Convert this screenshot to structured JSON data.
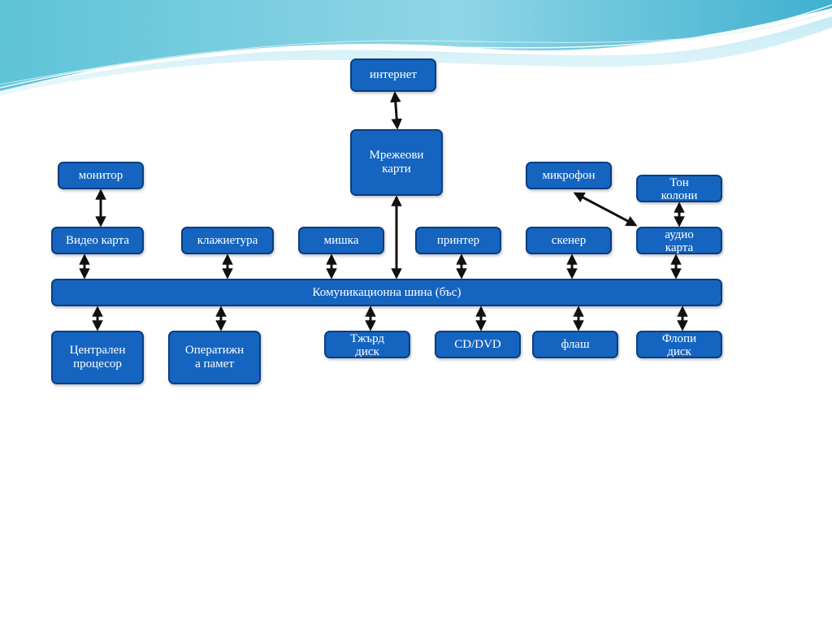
{
  "colors": {
    "box_fill": "#1565c0",
    "box_border": "#0b3d82",
    "connector": "#111111",
    "text": "#ffffff"
  },
  "nodes": {
    "internet": "интернет",
    "network_cards": "Мрежеови\nкарти",
    "monitor": "монитор",
    "microphone": "микрофон",
    "speakers": "Тон\nколони",
    "video_card": "Видео карта",
    "keyboard": "клажиетура",
    "mouse": "мишка",
    "printer": "принтер",
    "scanner": "скенер",
    "audio_card": "аудио\nкарта",
    "bus": "Комуникационна шина (бъс)",
    "cpu": "Централен\nпроцесор",
    "ram": "Оператижн\nа памет",
    "hdd": "Тжърд\nдиск",
    "cd_dvd": "CD/DVD",
    "flash": "флаш",
    "floppy": "Флопи\nдиск"
  },
  "connections": [
    [
      "internet",
      "network_cards"
    ],
    [
      "network_cards",
      "bus"
    ],
    [
      "monitor",
      "video_card"
    ],
    [
      "video_card",
      "bus"
    ],
    [
      "keyboard",
      "bus"
    ],
    [
      "mouse",
      "bus"
    ],
    [
      "printer",
      "bus"
    ],
    [
      "scanner",
      "bus"
    ],
    [
      "microphone",
      "audio_card"
    ],
    [
      "speakers",
      "audio_card"
    ],
    [
      "audio_card",
      "bus"
    ],
    [
      "bus",
      "cpu"
    ],
    [
      "bus",
      "ram"
    ],
    [
      "bus",
      "hdd"
    ],
    [
      "bus",
      "cd_dvd"
    ],
    [
      "bus",
      "flash"
    ],
    [
      "bus",
      "floppy"
    ]
  ]
}
